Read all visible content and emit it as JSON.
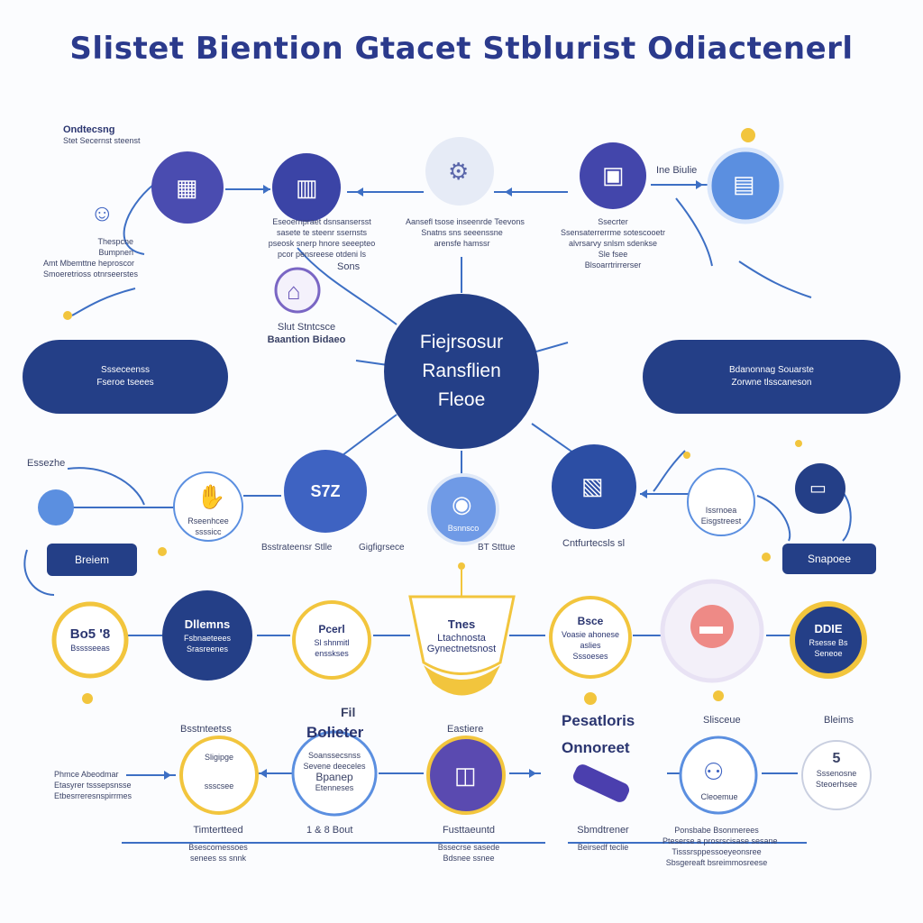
{
  "title": "Slistet Biention Gtacet Stblurist Odiactenerl",
  "colors": {
    "navy": "#243f87",
    "blue": "#3e63c2",
    "light_blue": "#5b8fe0",
    "gold": "#f2c53d",
    "purple": "#5a4ab0",
    "line": "#3d6fc4"
  },
  "hub": {
    "line1": "Fiejrsosur",
    "line2": "Ransflien",
    "line3": "Fleoe"
  },
  "top": {
    "heading": "Ondtecsng",
    "heading_sub": "Stet Secernst steenst",
    "left_person": {
      "l1": "Thespcne",
      "l2": "Bumpnen",
      "l3": "Amt Mbemttne heproscor",
      "l4": "Smoeretrioss otnrseerstes"
    },
    "node1_icon": "building-icon",
    "node2": {
      "l1": "Eseoernpraet dsnsansersst",
      "l2": "sasete te steenr ssernsts",
      "l3": "pseosk snerp hnore seeepteo",
      "l4": "pcor pensreese otdeni ls"
    },
    "node3": {
      "l1": "Aansefl tsose inseenrde Teevons",
      "l2": "Snatns sns seeenssne",
      "l3": "arensfe hamssr"
    },
    "node4": {
      "l1": "Ssecrter",
      "l2": "Ssensaterrerrme sotescooetr",
      "l3": "alvrsarvy snlsm sdenkse",
      "l4": "Sle fsee",
      "l5": "Blsoarrtrirrerser"
    },
    "node4_side": "Ine Biulie",
    "sms": "Sons",
    "purple_node": {
      "l1": "Slut Stntcsce",
      "l2": "Baantion Bidaeo"
    }
  },
  "middle": {
    "pill_left": {
      "l1": "Ssseceenss",
      "l2": "Fseroe tseees"
    },
    "pill_right": {
      "l1": "Bdanonnag Souarste",
      "l2": "Zorwne tlsscaneson"
    },
    "left_label": "Essezhe",
    "box_left": "Breiem",
    "n_left": {
      "l1": "Rseenhcee",
      "l2": "ssssicc"
    },
    "n_sz": "S7Z",
    "sz_label": "Bsstrateensr Stlle",
    "n_center": "Bsnnsco",
    "center_label_left": "Gigfigrsece",
    "center_label_right": "BT Stttue",
    "n_right_label": "Cntfurtecsls sl",
    "n_right2": {
      "l1": "Issrnoea",
      "l2": "Eisgstreest"
    },
    "box_right": "Snapoee"
  },
  "bottom": {
    "g1": {
      "l1": "Bo5 '8",
      "l2": "Bsssseeas"
    },
    "g2": {
      "l1": "Dllemns",
      "l2": "Fsbnaeteees",
      "l3": "Srasreenes"
    },
    "g3": {
      "l1": "Pcerl",
      "l2": "Sl shnmitl",
      "l3": "ensskses"
    },
    "g4": {
      "l1": "Tnes",
      "l2": "Ltachnosta",
      "l3": "Gynectnetsnost"
    },
    "g5": {
      "l1": "Bsce",
      "l2": "Voasie ahonese",
      "l3": "aslies",
      "l4": "Sssoeses"
    },
    "g7": {
      "l1": "DDIE",
      "l2": "Rsesse Bs",
      "l3": "Seneoe"
    },
    "below_g3": "Fil",
    "bolieter": "Bolieter",
    "bolieter_sub": {
      "l1": "Soanssecsnss",
      "l2": "Sevene deeceles",
      "l3": "Bpanep",
      "l4": "Etenneses"
    },
    "sb1": "Bsstnteetss",
    "sb1_node": {
      "l1": "Sligipge",
      "l2": "ssscsee"
    },
    "sb_left": {
      "l1": "Phmce Abeodmar",
      "l2": "Etasyrer tsssepsnsse",
      "l3": "Etbesrreresnspirrmes"
    },
    "sb_sattiere": "Eastiere",
    "p_text": {
      "l1": "Pesatloris",
      "l2": "Onnoreet"
    },
    "slisceue": "Slisceue",
    "bleims": "Bleims",
    "s_right": {
      "l1": "5",
      "l2": "Sssenosne",
      "l3": "Steoerhsee"
    },
    "s_right_node": "Cleoemue",
    "foot1": {
      "l1": "Timtertteed",
      "l2": "Bsescomessoes",
      "l3": "senees ss snnk"
    },
    "foot2": "1 & 8 Bout",
    "foot3": {
      "l1": "Fusttaeuntd",
      "l2": "Bssecrse sasede",
      "l3": "Bdsnee ssnee"
    },
    "foot4": {
      "l1": "Sbmdtrener",
      "l2": "Beirsedf teclie"
    },
    "foot5": {
      "l1": "Ponsbabe Bsonmerees",
      "l2": "Pteserse a prosrscisase sesane",
      "l3": "Tisssrsppessoeyeonsree",
      "l4": "Sbsgereaft bsreimmosreese"
    }
  }
}
